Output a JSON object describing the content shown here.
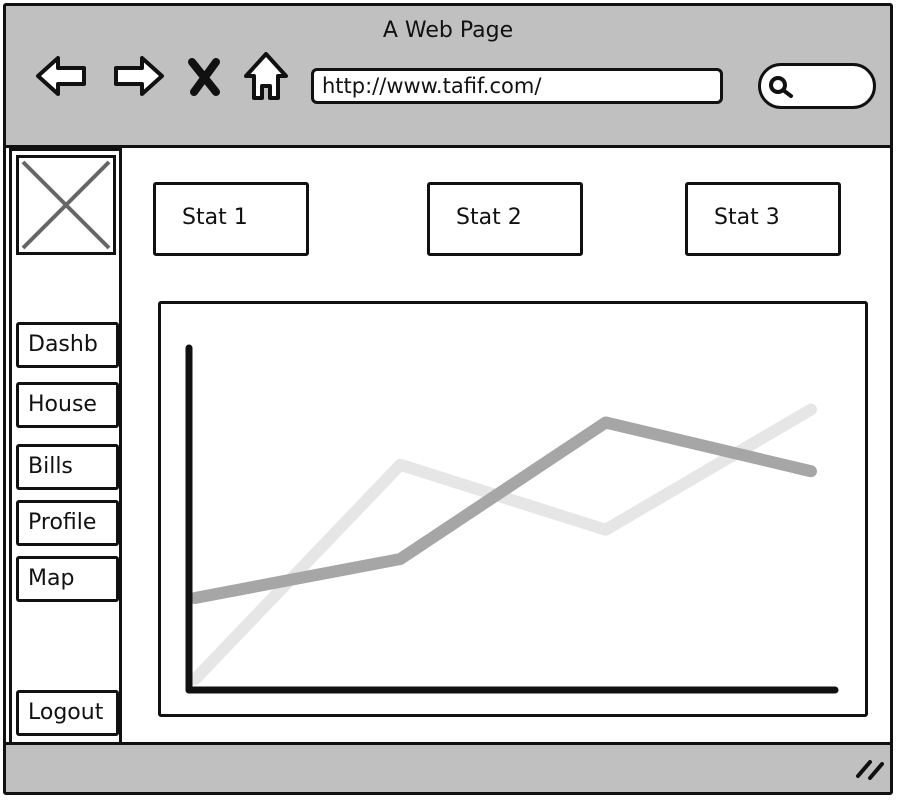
{
  "window": {
    "title": "A Web Page",
    "url": "http://www.tafif.com/",
    "search_placeholder": ""
  },
  "sidebar": {
    "logo_icon": "image-placeholder-icon",
    "items": [
      {
        "label": "Dashb"
      },
      {
        "label": "House"
      },
      {
        "label": "Bills"
      },
      {
        "label": "Profile"
      },
      {
        "label": "Map"
      }
    ],
    "logout_label": "Logout"
  },
  "stats": [
    {
      "label": "Stat 1"
    },
    {
      "label": "Stat 2"
    },
    {
      "label": "Stat 3"
    }
  ],
  "chart_data": {
    "type": "line",
    "title": "",
    "xlabel": "",
    "ylabel": "",
    "x": [
      0,
      1,
      2,
      3
    ],
    "xlim": [
      0,
      3
    ],
    "ylim": [
      0,
      10
    ],
    "grid": false,
    "series": [
      {
        "values": [
          2.8,
          4.0,
          8.2,
          6.7
        ],
        "color": "#a6a6a6"
      },
      {
        "values": [
          0.3,
          6.9,
          4.9,
          8.6
        ],
        "color": "#e6e6e6"
      }
    ]
  },
  "colors": {
    "chrome": "#c0c0c0",
    "border": "#111111"
  }
}
